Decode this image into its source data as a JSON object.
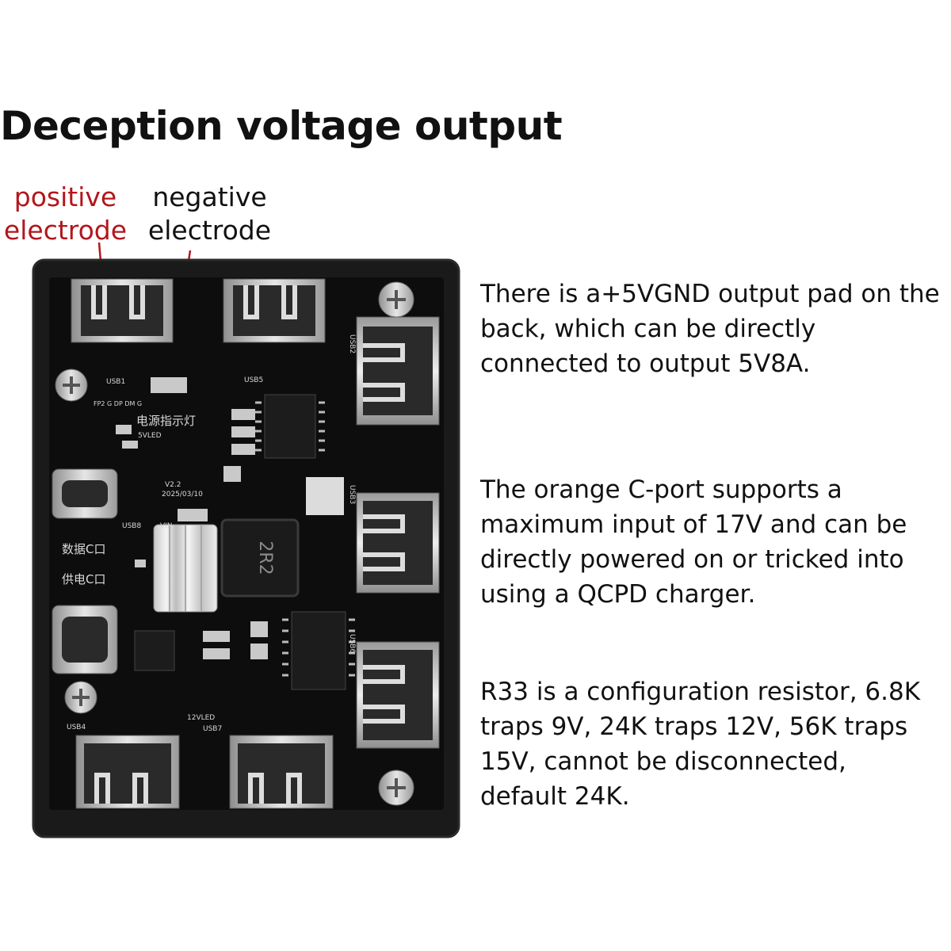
{
  "title": "Deception voltage output",
  "labels": {
    "positive": [
      "positive",
      "electrode"
    ],
    "negative": [
      "negative",
      "electrode"
    ]
  },
  "descriptions": [
    [
      "There is a+5VGND output pad on the",
      "back, which can be directly",
      "connected to output 5V8A."
    ],
    [
      "The orange C-port supports a",
      "maximum input of 17V and can be",
      "directly powered on or tricked into",
      "using a QCPD charger."
    ],
    [
      "R33 is a configuration resistor, 6.8K",
      "traps 9V, 24K traps 12V, 56K traps",
      "15V, cannot be disconnected,",
      "default 24K."
    ]
  ],
  "board": {
    "silkscreen": {
      "usb_ports": [
        "USB1",
        "USB5",
        "USB2",
        "USB3",
        "USB6",
        "USB4",
        "USB7",
        "USB8"
      ],
      "power_indicator": "电源指示灯",
      "led": "5VLED",
      "version": "V2.2",
      "date": "2025/03/10",
      "data_port": "数据C口",
      "power_port": "供电C口",
      "inductor": "2R2",
      "led12": "12VLED",
      "pins": "FP2 G DP DM G",
      "vin": "VIN"
    }
  },
  "colors": {
    "positive_label": "#b3161c",
    "negative_label": "#111111",
    "case": "#1a1a1a",
    "pcb": "#0d0d0d"
  }
}
